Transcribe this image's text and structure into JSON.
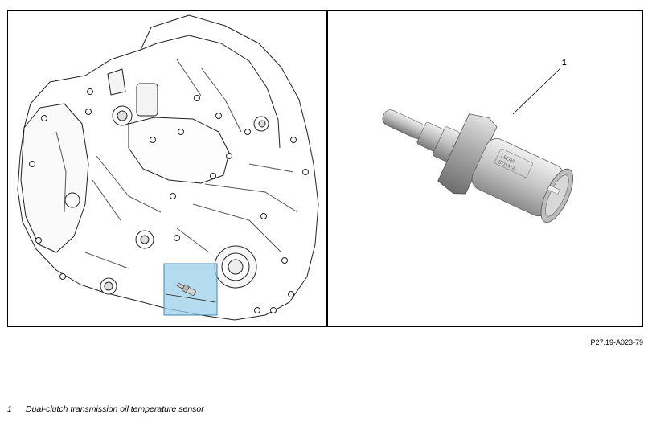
{
  "figure": {
    "reference_code": "P27.19-A023-79",
    "callout_number": "1",
    "highlight_color": "#9ccfe8"
  },
  "legend": [
    {
      "number": "1",
      "text": "Dual-clutch transmission oil temperature sensor"
    }
  ],
  "sensor_label_lines": [
    "LEONI",
    "B7DA7A"
  ]
}
